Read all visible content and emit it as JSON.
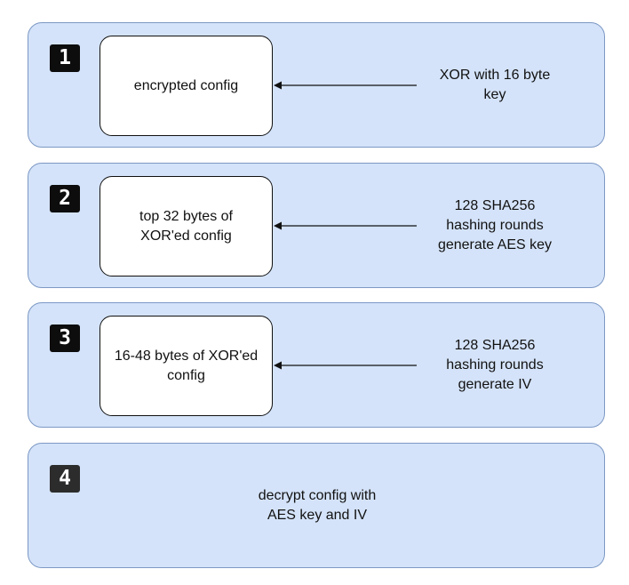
{
  "steps": [
    {
      "number": "1",
      "box_text": "encrypted config",
      "side_text": "XOR with 16 byte\nkey"
    },
    {
      "number": "2",
      "box_text": "top 32 bytes of\nXOR'ed config",
      "side_text": "128 SHA256\nhashing rounds\ngenerate AES key"
    },
    {
      "number": "3",
      "box_text": "16-48 bytes of XOR'ed\nconfig",
      "side_text": "128 SHA256\nhashing rounds\ngenerate IV"
    },
    {
      "number": "4",
      "center_text": "decrypt config with\nAES key and IV"
    }
  ],
  "colors": {
    "panel_fill": "#d4e3f9",
    "panel_border": "#7c98c4",
    "badge_fill": "#0d0d0d",
    "arrow": "#111111"
  }
}
